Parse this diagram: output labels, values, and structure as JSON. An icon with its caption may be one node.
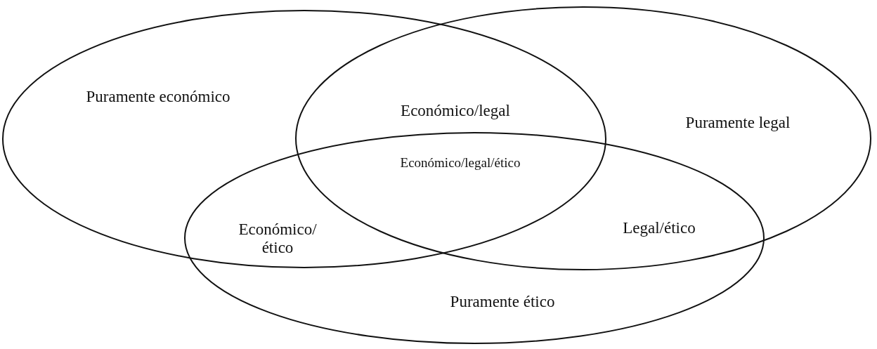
{
  "diagram": {
    "nodes": [
      {
        "text": [
          "Puramente económico"
        ]
      },
      {
        "text": [
          "Puramente legal"
        ]
      },
      {
        "text": [
          "Puramente ético"
        ]
      }
    ],
    "labels": [
      "Económico/legal",
      "Económico/legal/ético",
      "Económico/ ético",
      "Legal/ético"
    ]
  }
}
